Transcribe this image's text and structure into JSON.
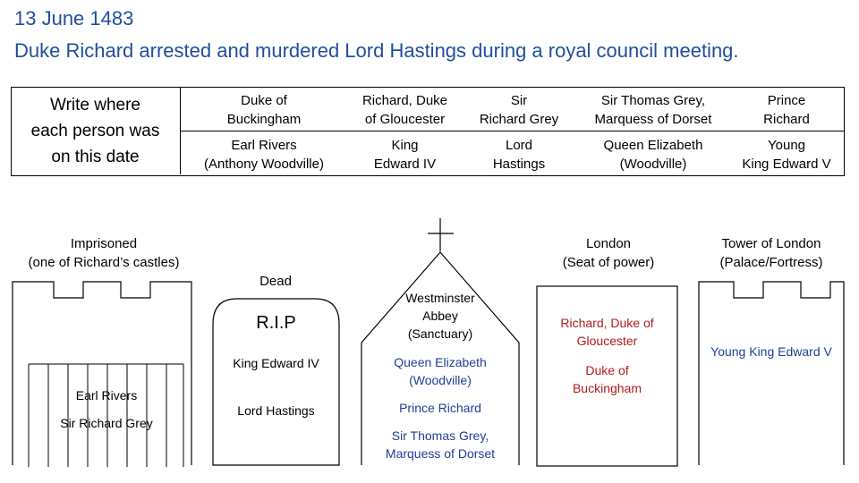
{
  "header": {
    "date": "13 June 1483",
    "event": "Duke Richard arrested and murdered Lord Hastings during a royal council meeting."
  },
  "prompt": [
    "Write where",
    "each person was",
    "on this date"
  ],
  "people_grid": {
    "row1": [
      [
        "Duke of",
        "Buckingham"
      ],
      [
        "Richard, Duke",
        "of Gloucester"
      ],
      [
        "Sir",
        "Richard Grey"
      ],
      [
        "Sir Thomas Grey,",
        "Marquess of Dorset"
      ],
      [
        "Prince",
        "Richard"
      ]
    ],
    "row2": [
      [
        "Earl Rivers",
        "(Anthony Woodville)"
      ],
      [
        "King",
        "Edward IV"
      ],
      [
        "Lord",
        "Hastings"
      ],
      [
        "Queen Elizabeth",
        "(Woodville)"
      ],
      [
        "Young",
        "King Edward V"
      ]
    ]
  },
  "places": {
    "imprisoned": {
      "title": "Imprisoned",
      "subtitle": "(one of Richard’s castles)",
      "occupants": [
        "Earl Rivers",
        "Sir Richard Grey"
      ]
    },
    "dead": {
      "title": "Dead",
      "stone": "R.I.P",
      "occupants": [
        "King Edward IV",
        "Lord Hastings"
      ]
    },
    "abbey": {
      "title": [
        "Westminster",
        "Abbey"
      ],
      "subtitle": "(Sanctuary)",
      "occupants": [
        [
          "Queen Elizabeth",
          "(Woodville)"
        ],
        [
          "Prince Richard"
        ],
        [
          "Sir Thomas Grey,",
          "Marquess of Dorset"
        ]
      ]
    },
    "london": {
      "title": "London",
      "subtitle": "(Seat of power)",
      "occupants": [
        [
          "Richard, Duke of",
          "Gloucester"
        ],
        [
          "Duke of",
          "Buckingham"
        ]
      ]
    },
    "tower": {
      "title": "Tower of London",
      "subtitle": "(Palace/Fortress)",
      "occupants": [
        "Young King Edward V"
      ]
    }
  },
  "colors": {
    "title": "#1f4e9e",
    "occupant_red": "#b01c1c",
    "occupant_blue": "#1f3f96"
  }
}
